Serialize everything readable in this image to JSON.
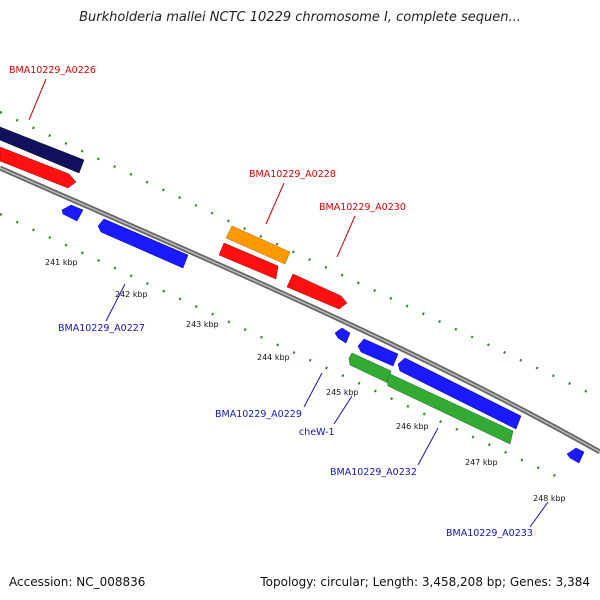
{
  "title": "Burkholderia mallei NCTC 10229 chromosome I, complete sequen...",
  "footer": {
    "accession": "Accession: NC_008836",
    "summary": "Topology: circular; Length: 3,458,208 bp; Genes: 3,384"
  },
  "colors": {
    "backbone": "#808080",
    "tick": "#2a8a1e",
    "label_red": "#d40000",
    "label_blue": "#1414b4",
    "feature_navy": "#10105c",
    "feature_red": "#ff1010",
    "feature_blue": "#1a1aff",
    "feature_orange": "#ff9900",
    "feature_green": "#33aa33"
  },
  "kbp_labels": [
    "241 kbp",
    "242 kbp",
    "243 kbp",
    "244 kbp",
    "245 kbp",
    "246 kbp",
    "247 kbp",
    "248 kbp"
  ],
  "gene_labels": {
    "a0226": "BMA10229_A0226",
    "a0228": "BMA10229_A0228",
    "a0230": "BMA10229_A0230",
    "a0227": "BMA10229_A0227",
    "a0229": "BMA10229_A0229",
    "chew1": "cheW-1",
    "a0232": "BMA10229_A0232",
    "a0233": "BMA10229_A0233"
  }
}
